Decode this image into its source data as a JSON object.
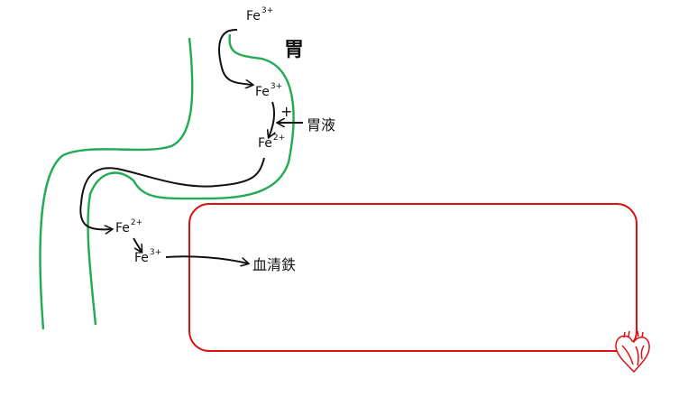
{
  "labels": {
    "fe_top": {
      "base": "Fe",
      "sup": "3+"
    },
    "stomach": "胃",
    "fe_stomach_3": {
      "base": "Fe",
      "sup": "3+"
    },
    "plus": "+",
    "gastric_juice": "胃液",
    "fe_stomach_2": {
      "base": "Fe",
      "sup": "2+"
    },
    "fe_intestine_2": {
      "base": "Fe",
      "sup": "2+"
    },
    "fe_intestine_3": {
      "base": "Fe",
      "sup": "3+"
    },
    "serum_iron": "血清鉄"
  },
  "colors": {
    "digestive_tract": "#22aa55",
    "blood_box": "#dd1111",
    "flow_arrow": "#111111"
  },
  "icons": {
    "heart": "heart-icon"
  }
}
